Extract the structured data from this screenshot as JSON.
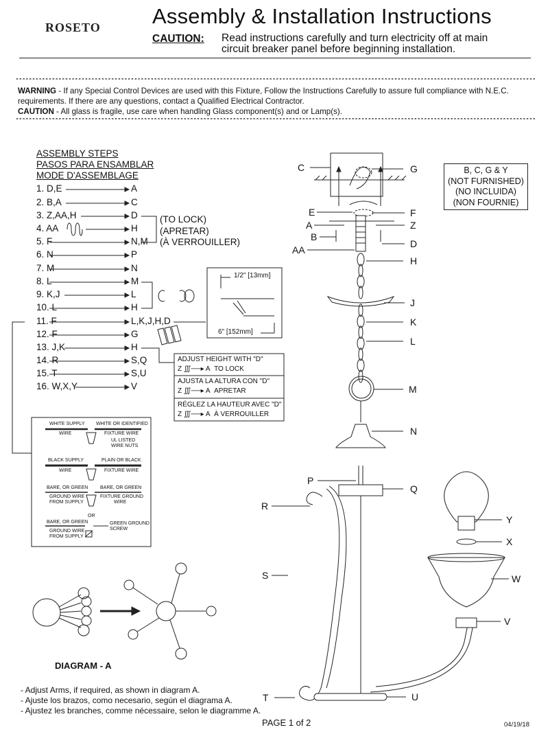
{
  "brand": "ROSETO",
  "title": "Assembly & Installation Instructions",
  "caution": {
    "label": "CAUTION:",
    "line1": "Read instructions carefully and turn electricity off at main",
    "line2": "circuit breaker panel before beginning installation."
  },
  "stars": "******************************************************************************************************************************************************************************",
  "warning": {
    "warning_label": "WARNING",
    "warning_text": " - If any Special Control Devices are used with this Fixture, Follow the Instructions Carefully to assure full compliance with N.E.C. requirements. If there are any questions, contact a Qualified Electrical Contractor.",
    "caution_label": "CAUTION",
    "caution_text": " - All glass is fragile, use care when handling Glass component(s) and or Lamp(s)."
  },
  "steps_header": [
    "ASSEMBLY STEPS",
    "PASOS PARA ENSAMBLAR",
    "MODE D'ASSEMBLAGE"
  ],
  "steps": [
    {
      "n": "1.",
      "from": "D,E",
      "to": "A"
    },
    {
      "n": "2.",
      "from": "B,A",
      "to": "C"
    },
    {
      "n": "3.",
      "from": "Z,AA,H",
      "to": "D"
    },
    {
      "n": "4.",
      "from": "AA",
      "to": "H"
    },
    {
      "n": "5.",
      "from": "F",
      "to": "N,M"
    },
    {
      "n": "6.",
      "from": "N",
      "to": "P"
    },
    {
      "n": "7.",
      "from": "M",
      "to": "N"
    },
    {
      "n": "8.",
      "from": "L",
      "to": "M"
    },
    {
      "n": "9.",
      "from": "K,J",
      "to": "L"
    },
    {
      "n": "10.",
      "from": "L",
      "to": "H"
    },
    {
      "n": "11.",
      "from": "F",
      "to": "L,K,J,H,D"
    },
    {
      "n": "12.",
      "from": "F",
      "to": "G"
    },
    {
      "n": "13.",
      "from": "J,K",
      "to": "H"
    },
    {
      "n": "14.",
      "from": "R",
      "to": "S,Q"
    },
    {
      "n": "15.",
      "from": "T",
      "to": "S,U"
    },
    {
      "n": "16.",
      "from": "W,X,Y",
      "to": "V"
    }
  ],
  "lock": [
    "(TO LOCK)",
    "(APRETAR)",
    "(À VERROUILLER)"
  ],
  "measure": {
    "top": "1/2\" [13mm]",
    "bottom": "6\" [152mm]"
  },
  "adjust": [
    {
      "title": "ADJUST HEIGHT WITH \"D\"",
      "z": "Z",
      "a": "A",
      "action": "TO LOCK"
    },
    {
      "title": "AJUSTA LA ALTURA CON \"D\"",
      "z": "Z",
      "a": "A",
      "action": "APRETAR"
    },
    {
      "title": "RÉGLEZ LA HAUTEUR AVEC \"D\"",
      "z": "Z",
      "a": "A",
      "action": "À VERROUILLER"
    }
  ],
  "wiring": {
    "white_supply": "WHITE SUPPLY",
    "white_identified": "WHITE OR IDENTIFIED",
    "wire": "WIRE",
    "fixture_wire": "FIXTURE WIRE",
    "ul_listed": "UL LISTED",
    "wire_nuts": "WIRE NUTS",
    "black_supply": "BLACK SUPPLY",
    "plain_or_black": "PLAIN OR BLACK",
    "wire2": "WIRE",
    "fixture_wire2": "FIXTURE WIRE",
    "bare_green1": "BARE, OR GREEN",
    "bare_green2": "BARE, OR GREEN",
    "ground_from_supply": "GROUND WIRE",
    "from_supply": "FROM SUPPLY",
    "fixture_ground": "FIXTURE GROUND",
    "wire3": "WIRE",
    "or": "OR",
    "bare_green3": "BARE, OR GREEN",
    "green_ground": "GREEN GROUND",
    "screw": "SCREW",
    "ground_wire2": "GROUND WIRE",
    "from_supply2": "FROM SUPPLY"
  },
  "not_furnished": [
    "B, C, G & Y",
    "(NOT FURNISHED)",
    "(NO INCLUIDA)",
    "(NON FOURNIE)"
  ],
  "part_labels": {
    "C": "C",
    "G": "G",
    "E": "E",
    "F": "F",
    "A": "A",
    "Z": "Z",
    "B": "B",
    "D": "D",
    "AA": "AA",
    "H": "H",
    "J": "J",
    "K": "K",
    "L": "L",
    "M": "M",
    "N": "N",
    "P": "P",
    "Q": "Q",
    "R": "R",
    "S": "S",
    "T": "T",
    "U": "U",
    "Y": "Y",
    "X": "X",
    "W": "W",
    "V": "V"
  },
  "diagram_label": "DIAGRAM -  A",
  "notes": [
    "- Adjust Arms, if required, as shown in diagram A.",
    "- Ajuste los brazos, como necesario, según el diagrama A.",
    "- Ajustez les branches, comme nécessaire, selon le diagramme A."
  ],
  "footer": {
    "page": "PAGE 1 of 2",
    "date": "04/19/18"
  }
}
